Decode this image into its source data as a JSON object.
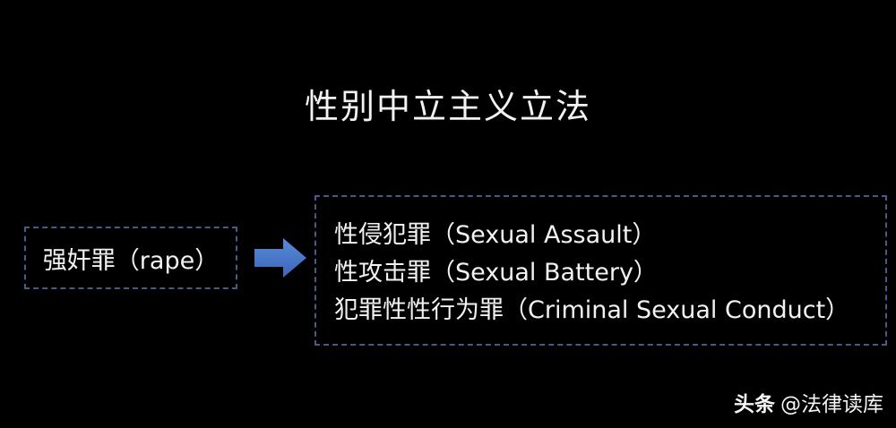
{
  "title": "性别中立主义立法",
  "left_box": {
    "label": "强奸罪（rape）"
  },
  "right_box": {
    "lines": [
      "性侵犯罪（Sexual Assault）",
      "性攻击罪（Sexual Battery）",
      "犯罪性性行为罪（Criminal Sexual Conduct）"
    ]
  },
  "arrow": {
    "icon": "arrow-right-icon",
    "color": "#4472c4"
  },
  "colors": {
    "background": "#000000",
    "text": "#f2f2f2",
    "dashed_border": "#4a5a86"
  },
  "watermark": {
    "brand": "头条",
    "handle": "@法律读库"
  }
}
